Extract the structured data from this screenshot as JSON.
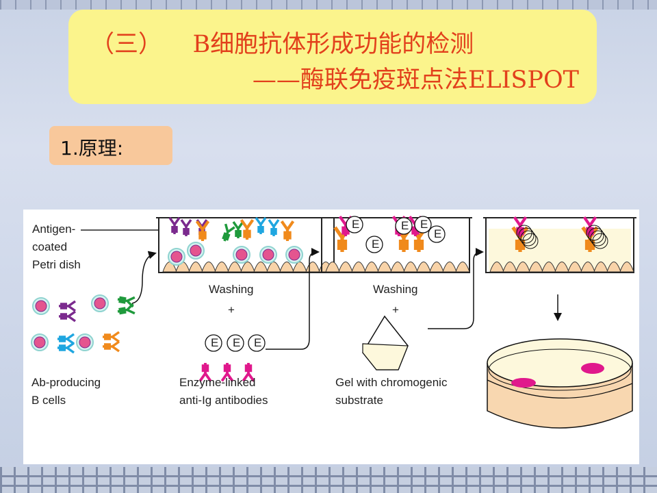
{
  "title": {
    "line1": "（三）    B细胞抗体形成功能的检测",
    "line2": "——酶联免疫斑点法ELISPOT"
  },
  "section_label": "1.原理:",
  "diagram": {
    "petri_label": [
      "Antigen-",
      "coated",
      "Petri dish"
    ],
    "b_cells_label": [
      "Ab-producing",
      "B cells"
    ],
    "washing_1": "Washing",
    "plus_1": "+",
    "enzyme_label": [
      "Enzyme-linked",
      "anti-Ig antibodies"
    ],
    "washing_2": "Washing",
    "plus_2": "+",
    "gel_label": [
      "Gel with chromogenic",
      "substrate"
    ],
    "enzyme_letter": "E",
    "colors": {
      "purple": "#7b2a8e",
      "green": "#1f9a3c",
      "blue": "#1fa6e0",
      "orange": "#f08a1c",
      "magenta": "#e0188c",
      "cell": "#e4558f",
      "cell_ring": "#8fd3d0",
      "base": "#f8d3a8",
      "gel": "#fdf8dc"
    }
  }
}
